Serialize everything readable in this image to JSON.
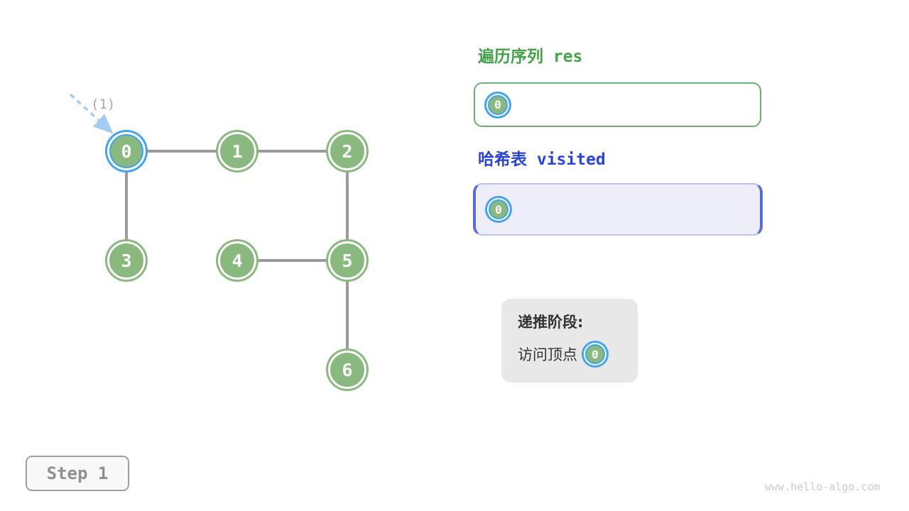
{
  "graph": {
    "annotation_label": "(1)",
    "nodes": [
      {
        "label": "0",
        "state": "highlighted"
      },
      {
        "label": "1",
        "state": "normal"
      },
      {
        "label": "2",
        "state": "normal"
      },
      {
        "label": "3",
        "state": "normal"
      },
      {
        "label": "4",
        "state": "normal"
      },
      {
        "label": "5",
        "state": "normal"
      },
      {
        "label": "6",
        "state": "normal"
      }
    ],
    "edges": [
      [
        0,
        1
      ],
      [
        1,
        2
      ],
      [
        0,
        3
      ],
      [
        2,
        5
      ],
      [
        4,
        5
      ],
      [
        5,
        6
      ]
    ]
  },
  "panels": {
    "res": {
      "title": "遍历序列 res",
      "items": [
        "0"
      ]
    },
    "visited": {
      "title": "哈希表 visited",
      "items": [
        "0"
      ]
    }
  },
  "status": {
    "phase_label": "递推阶段:",
    "action_label": "访问顶点",
    "vertex_label": "0"
  },
  "step_indicator": {
    "label": "Step 1"
  },
  "watermark": "www.hello-algo.com",
  "colors": {
    "node_green": "#8ab97f",
    "highlight_blue": "#41a4ec",
    "edge_gray": "#9a9a9a",
    "res_title_green": "#44a248",
    "res_border_green": "#6fae6f",
    "visited_title_blue": "#2a44d4",
    "visited_border_indigo": "#5a6ad8",
    "visited_fill": "#edeefa",
    "info_box_gray": "#e8e8e8",
    "arrow_blue": "#a4cdf0"
  }
}
